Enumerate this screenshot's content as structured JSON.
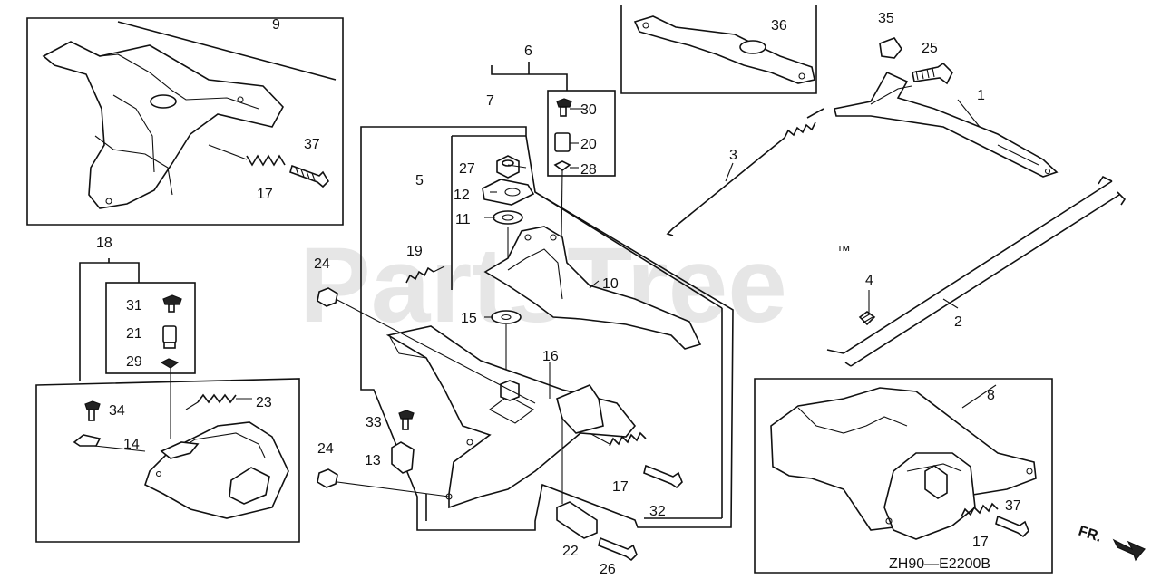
{
  "watermark": "PartsTree",
  "trademark": "™",
  "diagram_code": "ZH90—E2200B",
  "direction_label": "FR.",
  "callouts": {
    "c1": "1",
    "c2": "2",
    "c3": "3",
    "c4": "4",
    "c5": "5",
    "c6": "6",
    "c7": "7",
    "c8": "8",
    "c9": "9",
    "c10": "10",
    "c11": "11",
    "c12": "12",
    "c13": "13",
    "c14": "14",
    "c15": "15",
    "c16": "16",
    "c17a": "17",
    "c17b": "17",
    "c17c": "17",
    "c18": "18",
    "c19": "19",
    "c20": "20",
    "c21": "21",
    "c22": "22",
    "c23": "23",
    "c24a": "24",
    "c24b": "24",
    "c25": "25",
    "c26": "26",
    "c27": "27",
    "c28": "28",
    "c29": "29",
    "c30": "30",
    "c31": "31",
    "c32": "32",
    "c33": "33",
    "c34": "34",
    "c35": "35",
    "c36": "36",
    "c37a": "37",
    "c37b": "37"
  }
}
